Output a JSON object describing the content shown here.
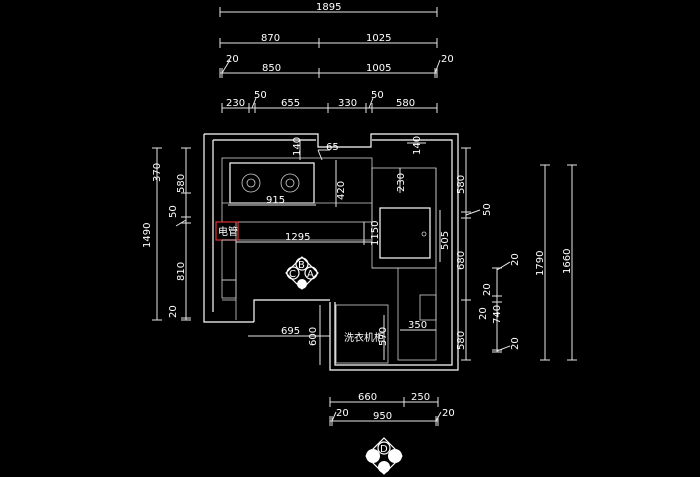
{
  "colors": {
    "background": "#000000",
    "lines": "#ffffff",
    "accent": "#e03030"
  },
  "top_dims": {
    "total": "1895",
    "row2": [
      "870",
      "1025"
    ],
    "row3": [
      "20",
      "850",
      "1005",
      "20"
    ],
    "row4": [
      "230",
      "50",
      "655",
      "330",
      "50",
      "580"
    ]
  },
  "left_dims": {
    "total": "1490",
    "inner": [
      "370",
      "580",
      "50",
      "810",
      "20"
    ]
  },
  "right_dims": {
    "total_a": "1790",
    "total_b": "1660",
    "outer": [
      "580",
      "50",
      "680",
      "580"
    ],
    "inner": [
      "20",
      "20",
      "740",
      "20"
    ]
  },
  "bottom_dims": {
    "row1": [
      "660",
      "250"
    ],
    "row2": [
      "20",
      "950",
      "20"
    ]
  },
  "interior_labels": {
    "d140_left": "140",
    "d65": "65",
    "d140_right": "140",
    "d230": "230",
    "d420": "420",
    "d915": "915",
    "d1295": "1295",
    "d1150": "1150",
    "d505": "505",
    "d695": "695",
    "d600": "600",
    "d570": "570",
    "d350": "350"
  },
  "room_labels": {
    "electric_pipe": "电管",
    "washing_machine": "洗衣机柜"
  },
  "view_markers": {
    "upper": [
      "B",
      "C",
      "A"
    ],
    "lower": "D"
  }
}
